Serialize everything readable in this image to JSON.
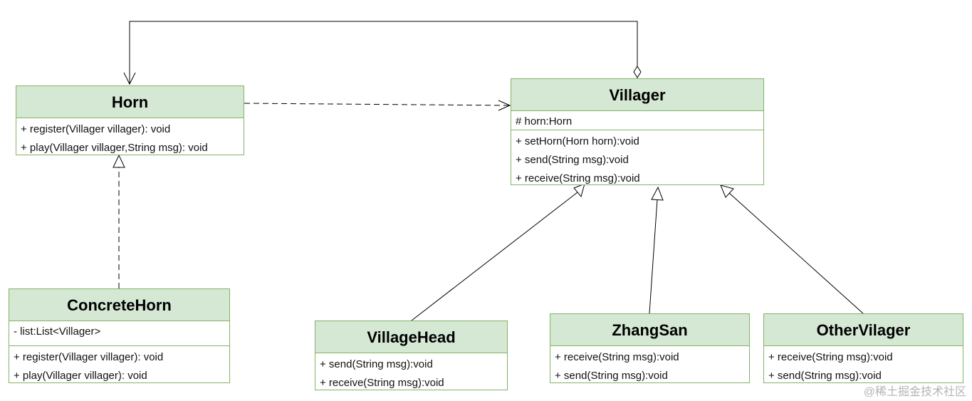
{
  "classes": {
    "horn": {
      "name": "Horn",
      "methods": [
        "+ register(Villager villager): void",
        "+ play(Villager villager,String msg): void"
      ]
    },
    "villager": {
      "name": "Villager",
      "attributes": [
        "# horn:Horn"
      ],
      "methods": [
        "+ setHorn(Horn horn):void",
        "+ send(String msg):void",
        "+ receive(String msg):void"
      ]
    },
    "concrete_horn": {
      "name": "ConcreteHorn",
      "attributes": [
        "- list:List<Villager>"
      ],
      "methods": [
        "+ register(Villager villager): void",
        "+ play(Villager villager): void"
      ]
    },
    "village_head": {
      "name": "VillageHead",
      "methods": [
        "+ send(String msg):void",
        "+ receive(String msg):void"
      ]
    },
    "zhang_san": {
      "name": "ZhangSan",
      "methods": [
        "+ receive(String msg):void",
        "+ send(String msg):void"
      ]
    },
    "other_vilager": {
      "name": "OtherVilager",
      "methods": [
        "+ receive(String msg):void",
        "+ send(String msg):void"
      ]
    }
  },
  "watermark": "@稀土掘金技术社区",
  "colors": {
    "header_fill": "#d5e8d4",
    "border": "#82b366",
    "line": "#000000"
  }
}
